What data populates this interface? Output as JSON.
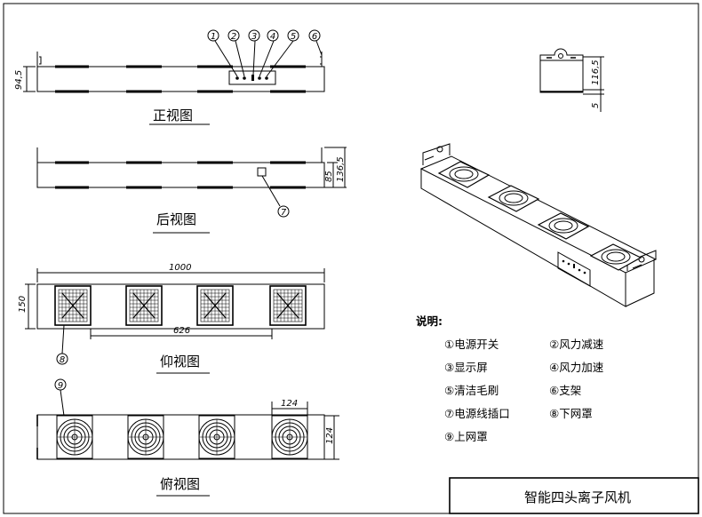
{
  "views": {
    "front": {
      "label": "正视图",
      "dim_height": "94,5",
      "balloons": [
        "1",
        "2",
        "3",
        "4",
        "5",
        "6"
      ]
    },
    "rear": {
      "label": "后视图",
      "dim_inner": "85",
      "dim_outer": "136,5",
      "balloon": "7"
    },
    "bottom": {
      "label": "仰视图",
      "dim_length": "1000",
      "dim_width": "150",
      "dim_spacing": "626",
      "balloon": "8"
    },
    "top": {
      "label": "俯视图",
      "dim_fan_width": "124",
      "dim_fan_height": "124",
      "balloon": "9"
    },
    "side": {
      "dim_height": "116,5",
      "dim_gap": "5"
    }
  },
  "legend": {
    "title": "说明:",
    "items": [
      "①电源开关",
      "②风力减速",
      "③显示屏",
      "④风力加速",
      "⑤清洁毛刷",
      "⑥支架",
      "⑦电源线插口",
      "⑧下网罩",
      "⑨上网罩"
    ]
  },
  "title_block": {
    "title": "智能四头离子风机"
  }
}
